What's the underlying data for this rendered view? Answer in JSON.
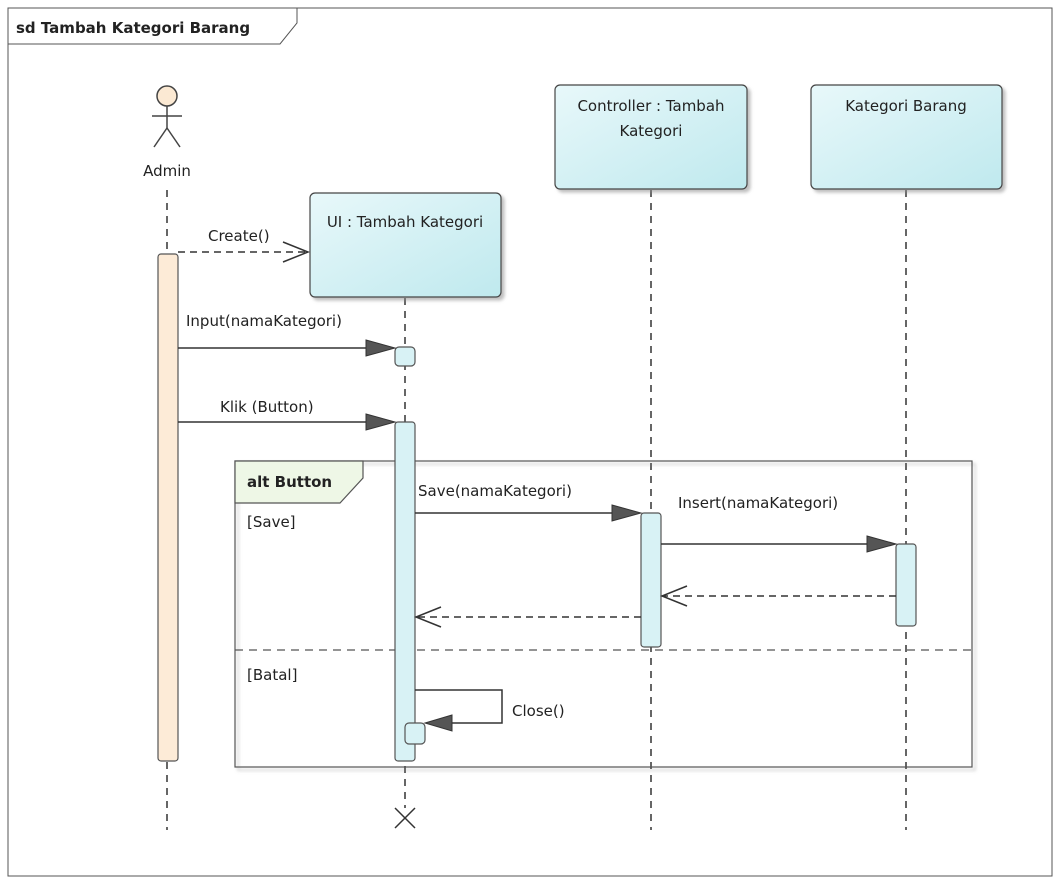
{
  "diagram": {
    "title": "sd Tambah Kategori Barang",
    "lifelines": {
      "admin": {
        "name": "Admin"
      },
      "ui": {
        "name": "UI : Tambah Kategori"
      },
      "controller": {
        "name_line1": "Controller : Tambah",
        "name_line2": "Kategori"
      },
      "kategori": {
        "name": "Kategori Barang"
      }
    },
    "messages": {
      "create": "Create()",
      "input": "Input(namaKategori)",
      "klik": "Klik (Button)",
      "save": "Save(namaKategori)",
      "insert": "Insert(namaKategori)",
      "close": "Close()"
    },
    "fragment": {
      "title": "alt Button",
      "guard_save": "[Save]",
      "guard_batal": "[Batal]"
    },
    "colors": {
      "actor_fill": "#fbe9d3",
      "activation_admin": "#fdebd7",
      "object_fill": "#cdeef2",
      "object_fill_light": "#e6f7f9",
      "activation_fill": "#d8f2f5",
      "line": "#333333"
    }
  }
}
